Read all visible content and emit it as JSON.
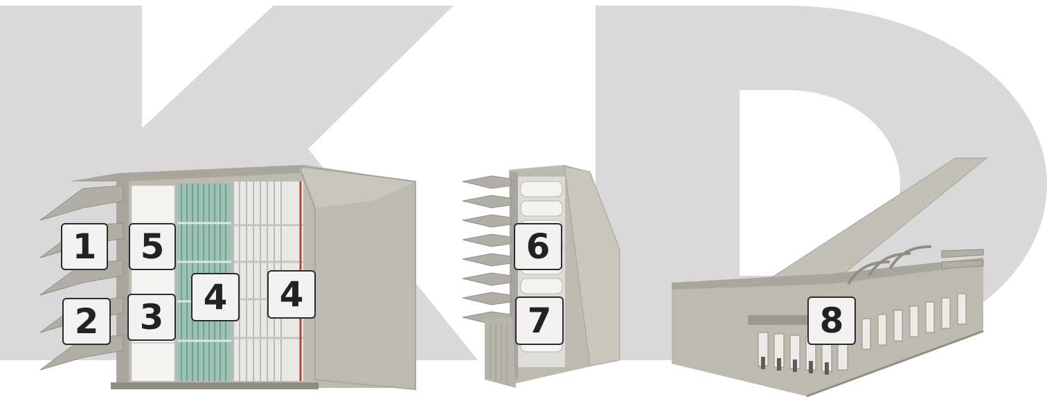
{
  "colors": {
    "background": "#ffffff",
    "logo_letters": "#d9d9d9",
    "unit_body": "#bdbbb0",
    "unit_shadow": "#8f8d84",
    "filter_media": "#f4f4f2",
    "filter_green": "#6fa090",
    "callout_fill": "#f2f2f2",
    "callout_border": "#2a2a2a",
    "callout_text": "#222222"
  },
  "logo": {
    "letters": "KD"
  },
  "components": {
    "unit_1": "louvered air intake unit",
    "unit_2": "vertical filter column",
    "unit_3": "horizontal duct module"
  },
  "callouts": [
    {
      "label": "1"
    },
    {
      "label": "2"
    },
    {
      "label": "3"
    },
    {
      "label": "4"
    },
    {
      "label": "4"
    },
    {
      "label": "5"
    },
    {
      "label": "6"
    },
    {
      "label": "7"
    },
    {
      "label": "8"
    }
  ]
}
